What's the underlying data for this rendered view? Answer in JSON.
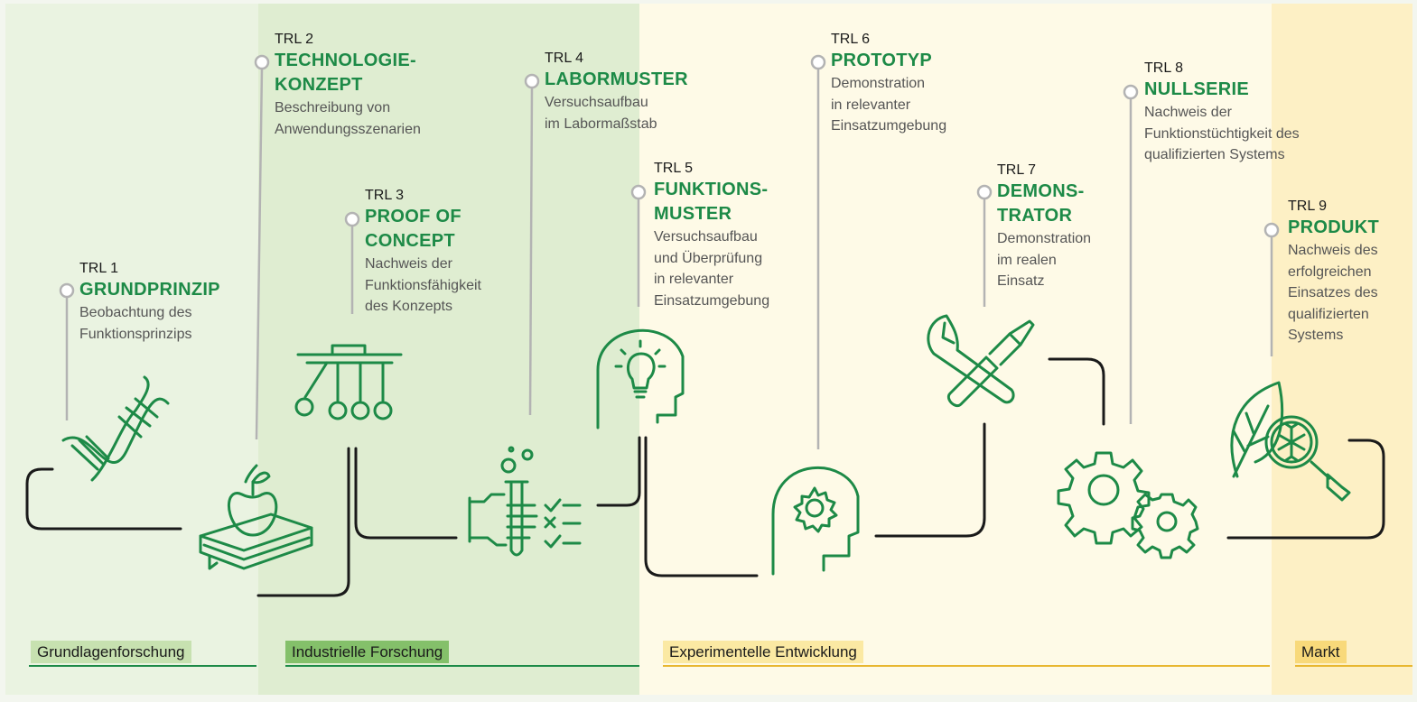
{
  "trls": [
    {
      "num": "TRL 1",
      "title": "GRUNDPRINZIP",
      "desc": "Beobachtung des\nFunktionsprinzips"
    },
    {
      "num": "TRL 2",
      "title": "TECHNOLOGIE-\nKONZEPT",
      "desc": "Beschreibung von\nAnwendungsszenarien"
    },
    {
      "num": "TRL 3",
      "title": "PROOF OF\nCONCEPT",
      "desc": "Nachweis der\nFunktionsfähigkeit\ndes Konzepts"
    },
    {
      "num": "TRL 4",
      "title": "LABORMUSTER",
      "desc": "Versuchsaufbau\nim Labormaßstab"
    },
    {
      "num": "TRL 5",
      "title": "FUNKTIONS-\nMUSTER",
      "desc": "Versuchsaufbau\nund Überprüfung\nin relevanter\nEinsatzumgebung"
    },
    {
      "num": "TRL 6",
      "title": "PROTOTYP",
      "desc": "Demonstration\nin relevanter\nEinsatzumgebung"
    },
    {
      "num": "TRL 7",
      "title": "DEMONS-\nTRATOR",
      "desc": "Demonstration\nim realen\nEinsatz"
    },
    {
      "num": "TRL 8",
      "title": "NULLSERIE",
      "desc": "Nachweis der\nFunktionstüchtigkeit des\nqualifizierten Systems"
    },
    {
      "num": "TRL 9",
      "title": "PRODUKT",
      "desc": "Nachweis des\nerfolgreichen\nEinsatzes des\nqualifizierten\nSystems"
    }
  ],
  "phases": [
    {
      "label": "Grundlagenforschung",
      "color": "#c7e1b0",
      "line": "#1d8a47"
    },
    {
      "label": "Industrielle Forschung",
      "color": "#84c06a",
      "line": "#1d8a47"
    },
    {
      "label": "Experimentelle Entwicklung",
      "color": "#fbe9a3",
      "line": "#e8b730"
    },
    {
      "label": "Markt",
      "color": "#f8d97a",
      "line": "#e8b730"
    }
  ],
  "icons": [
    "dna-icon",
    "apple-book-icon",
    "newtons-cradle-icon",
    "lab-test-hand-icon",
    "idea-head-icon",
    "gear-head-icon",
    "wrench-screwdriver-icon",
    "gears-icon",
    "leaf-magnifier-icon"
  ],
  "colors": {
    "accent": "#1d8a47",
    "connector": "#1a1a1a",
    "pin": "#b3b3b3"
  }
}
